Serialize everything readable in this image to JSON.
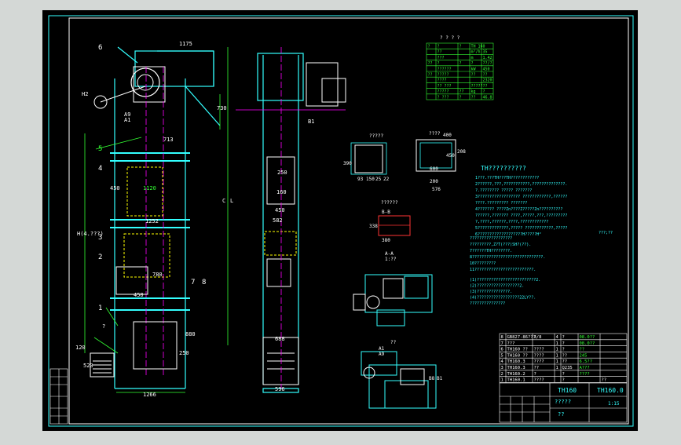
{
  "drawing": {
    "part_labels": [
      "6",
      "5",
      "4",
      "3",
      "2",
      "1",
      "7",
      "8",
      "?"
    ],
    "main_dims": {
      "top_width": "1175",
      "h2": "H2",
      "a9": "A9",
      "a1": "A1",
      "d713": "713",
      "d730": "730",
      "d1252": "1252",
      "d450_left": "450",
      "d1120": "1120",
      "h_total": "H(4.???)",
      "hc": "C",
      "hl": "L",
      "d780": "780",
      "d450_bottom": "450",
      "d880": "880",
      "d250": "250",
      "d120": "120",
      "d520": "520",
      "d1266": "1266"
    },
    "side_dims": {
      "b1": "B1",
      "d250": "250",
      "d160": "160",
      "d450": "450",
      "d582": "582",
      "d688": "688",
      "d596": "596"
    },
    "section_a": {
      "title": "?????",
      "d390": "390",
      "d150": "150",
      "d25": "25",
      "d22": "22",
      "d93": "93"
    },
    "section_b": {
      "title": "????",
      "d400": "400",
      "d576": "576",
      "d208": "208",
      "d600": "600",
      "d450": "450",
      "d200": "200"
    },
    "section_c": {
      "title": "??????",
      "label": "B-B",
      "d338": "338",
      "d380": "380"
    },
    "view_d": {
      "title": "A-A",
      "note": "1:??"
    },
    "view_e": {
      "title": "??",
      "a1": "A1",
      "a9": "A9",
      "b8": "B8",
      "b1": "B1"
    },
    "top_table": {
      "title": "? ? ? ?",
      "rows": [
        [
          "?",
          "?",
          "?",
          "TH 160",
          ""
        ],
        [
          "",
          "??",
          "",
          "m³/h",
          "35"
        ],
        [
          "",
          "???",
          "",
          "m",
          "1.42"
        ],
        [
          "??",
          "?",
          "?",
          "?",
          "??/?"
        ],
        [
          "",
          "??????",
          "",
          "kW",
          "450"
        ],
        [
          "??",
          "?????",
          "",
          "??",
          "??"
        ],
        [
          "",
          "????",
          "",
          "",
          "2320"
        ],
        [
          "",
          "?? ???",
          "",
          "?????",
          "??"
        ],
        [
          "",
          "?????",
          "??",
          "kg",
          "?"
        ],
        [
          "",
          "? ???",
          "?",
          "??",
          "46.8"
        ]
      ]
    },
    "notes": {
      "title": "TH??????????",
      "lines": [
        "1???.???TH???TH????????????",
        "2??????,???,???????????,??????????????.",
        "  ?.???????? ????? ???????",
        "3?????????????????? ????????????,??????",
        "  ????.????????? ???????",
        "4??????? ????Zn????Z?????Zn??????????",
        "  ??????,??????? ????,?????,???,?????????",
        "  ?,????,??????,????,????????????",
        "5?????????????,????? ????????????,?????",
        "6???????????????????H?????H²"
      ],
      "side_note": "???;??",
      "sub_lines": [
        "??????????????????",
        "?????????,Z?T(???)SH?(??).",
        "7??????TH????????.",
        "8??????????????????????????????.",
        "10?????????",
        "11?????????????????????????.",
        "(1)?????????????????????????2.",
        "(2)??????????????????2.",
        "(3)??????????????.",
        "(4)??????????????????22LY??.",
        "  ???????????????"
      ]
    },
    "parts_list": {
      "rows": [
        [
          "8",
          "GB827-86???",
          "3/8",
          "4",
          "?",
          "08.0??",
          ""
        ],
        [
          "7",
          "???",
          "",
          "1",
          "?",
          "08.0??",
          ""
        ],
        [
          "6",
          "TH160 ??",
          "????",
          "1",
          "?",
          "??",
          ""
        ],
        [
          "5",
          "TH160 ??",
          "????",
          "1",
          "??",
          "245",
          ""
        ],
        [
          "4",
          "TH160.3",
          "????",
          "1",
          "??",
          "6.5??",
          ""
        ],
        [
          "3",
          "TH160.3",
          "??",
          "1",
          "Q235",
          "A???",
          ""
        ],
        [
          "2",
          "TH160.2",
          "?",
          "",
          "?",
          "????",
          ""
        ],
        [
          "1",
          "TH160.1",
          "????",
          "",
          "?",
          "",
          "??"
        ]
      ]
    },
    "title_block": {
      "name": "TH160",
      "code": "TH160.0",
      "subtitle": "?????",
      "sheet": "??",
      "scale": "1:15"
    }
  }
}
